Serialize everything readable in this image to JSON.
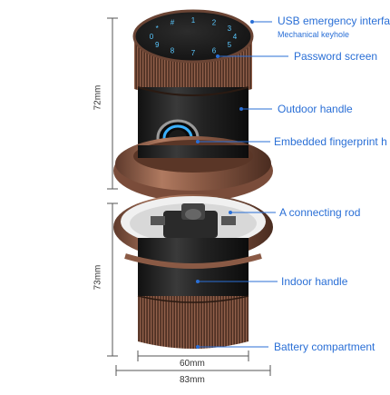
{
  "callouts": {
    "usb": "USB emergency interfa",
    "keyhole": "Mechanical keyhole",
    "password": "Password screen",
    "outdoor": "Outdoor handle",
    "fingerprint": "Embedded fingerprint h",
    "rod": "A connecting rod",
    "indoor": "Indoor handle",
    "battery": "Battery compartment"
  },
  "dimensions": {
    "top_height": "72mm",
    "bottom_height": "73mm",
    "inner_width": "60mm",
    "outer_width": "83mm"
  },
  "keypad": [
    "1",
    "2",
    "3",
    "4",
    "5",
    "6",
    "7",
    "8",
    "9",
    "0",
    "*",
    "#"
  ],
  "colors": {
    "bronze": "#8a5a45",
    "body": "#222222",
    "accent": "#2a6fd6",
    "fp_ring": "#3ab0ff"
  }
}
